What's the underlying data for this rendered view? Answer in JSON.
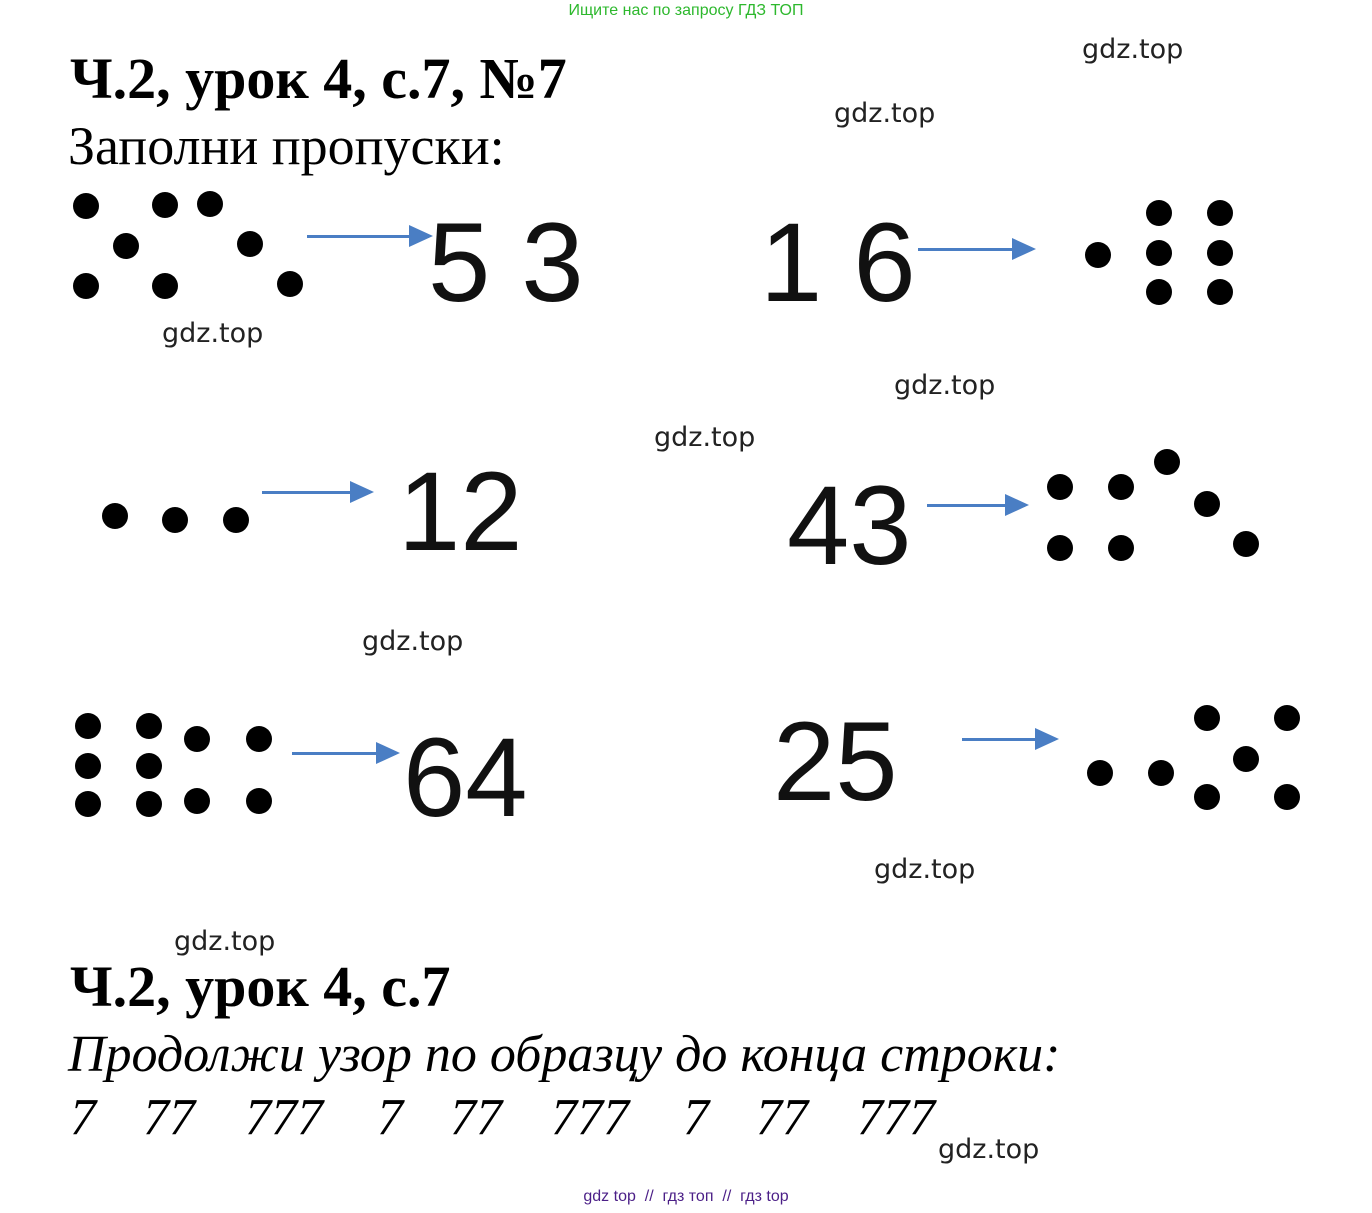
{
  "top_banner": "Ищите нас по запросу ГДЗ ТОП",
  "title1": "Ч.2, урок 4, с.7, №7",
  "subtitle1": "Заполни пропуски:",
  "numbers": [
    "5 3",
    "1 6",
    "12",
    "43",
    "64",
    "25"
  ],
  "title2": "Ч.2, урок 4, с.7",
  "subtitle2": "Продолжи узор по образцу до конца строки:",
  "pattern": [
    "7",
    "77",
    "777",
    "7",
    "77",
    "777",
    "7",
    "77",
    "777"
  ],
  "watermark": "gdz.top",
  "footer": "gdz top  //  гдз топ  //  гдз top",
  "colors": {
    "arrow": "#4a7ec4",
    "banner": "#2db82d",
    "footer": "#4b1f87"
  }
}
